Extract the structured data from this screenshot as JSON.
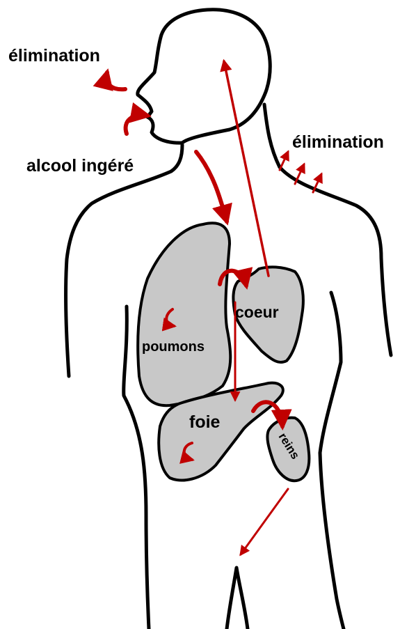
{
  "labels": {
    "elimination_breath": "élimination",
    "elimination_skin": "élimination",
    "ingested": "alcool ingéré",
    "heart": "coeur",
    "lungs": "poumons",
    "liver": "foie",
    "kidneys": "reins"
  },
  "colors": {
    "outline": "#000000",
    "organ_fill": "#c8c8c8",
    "arrow": "#c00000"
  }
}
